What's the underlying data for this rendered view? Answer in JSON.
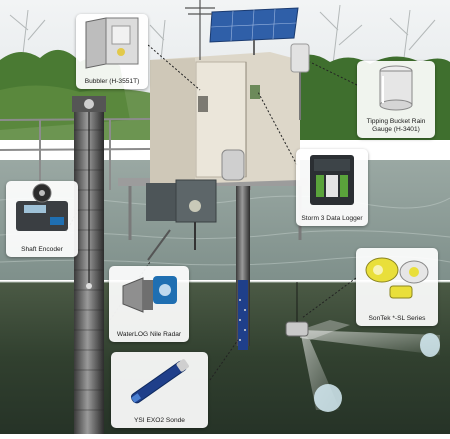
{
  "labels": {
    "bubbler": "Bubbler (H-3551T)",
    "rain_gauge_line1": "Tipping Bucket Rain",
    "rain_gauge_line2": "Gauge (H-3401)",
    "logger": "Storm 3 Data Logger",
    "shaft_encoder": "Shaft Encoder",
    "radar": "WaterLOG Nile Radar",
    "sontek": "SonTek *-SL Series",
    "sonde": "YSI EXO2 Sonde"
  },
  "colors": {
    "sky": "#e9edf0",
    "trees": "#3f6f2e",
    "water_surface": "#8fa09a",
    "underwater": "#3a4a3a",
    "shelter": "#d9d3c6",
    "accent_blue": "#1f6fb2",
    "accent_green": "#5aa33b",
    "accent_yellow": "#e9df3a"
  },
  "icons": [
    "solar-panel-icon",
    "antenna-icon",
    "shelter-icon",
    "pipe-icon",
    "well-pipe-icon",
    "sensor-icon",
    "sonde-icon",
    "radar-icon",
    "enclosure-icon"
  ]
}
